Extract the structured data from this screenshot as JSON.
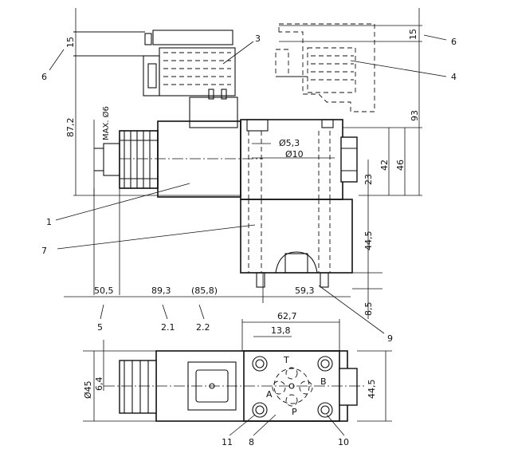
{
  "dimensions": {
    "d15_left": "15",
    "d87_2": "87,2",
    "max_d6": "MAX. Ø6",
    "d5_3": "Ø5,3",
    "d10": "Ø10",
    "d42": "42",
    "d46": "46",
    "d93": "93",
    "d23": "23",
    "d15_right": "15",
    "d44_5_v": "44,5",
    "d8_5": "8,5",
    "d50_5": "50,5",
    "d89_3": "89,3",
    "d85_8": "(85,8)",
    "d59_3": "59,3",
    "d62_7": "62,7",
    "d13_8": "13,8",
    "d6_4": "6,4",
    "d45": "Ø45",
    "d44_5_h": "44,5"
  },
  "callouts": {
    "c1": "1",
    "c2_1": "2.1",
    "c2_2": "2.2",
    "c3": "3",
    "c4": "4",
    "c5": "5",
    "c6_left": "6",
    "c6_right": "6",
    "c7": "7",
    "c8": "8",
    "c9": "9",
    "c10": "10",
    "c11": "11"
  },
  "ports": {
    "t": "T",
    "a": "A",
    "b": "B",
    "p": "P"
  }
}
